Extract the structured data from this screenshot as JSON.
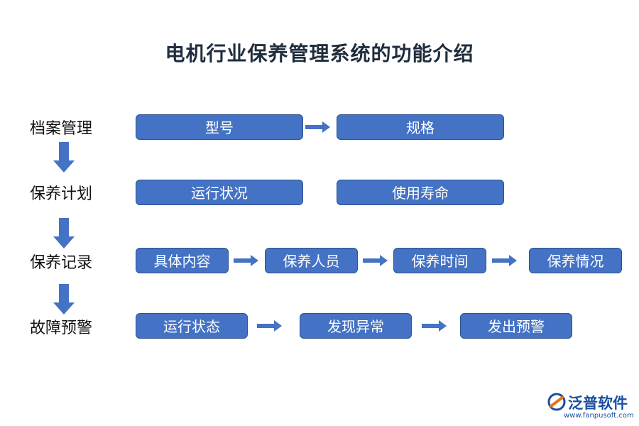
{
  "title": "电机行业保养管理系统的功能介绍",
  "stages": [
    {
      "label": "档案管理",
      "boxes": [
        "型号",
        "规格"
      ]
    },
    {
      "label": "保养计划",
      "boxes": [
        "运行状况",
        "使用寿命"
      ]
    },
    {
      "label": "保养记录",
      "boxes": [
        "具体内容",
        "保养人员",
        "保养时间",
        "保养情况"
      ]
    },
    {
      "label": "故障预警",
      "boxes": [
        "运行状态",
        "发现异常",
        "发出预警"
      ]
    }
  ],
  "logo": {
    "name": "泛普软件",
    "url": "www.fanpusoft.com"
  },
  "colors": {
    "box_fill": "#4472c4",
    "box_border": "#2f528f",
    "arrow": "#4472c4",
    "logo": "#1a4fa0"
  }
}
